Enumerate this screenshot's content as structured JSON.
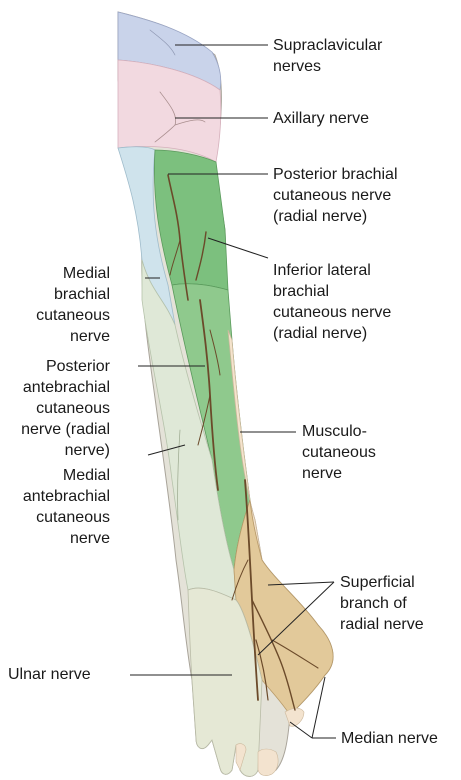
{
  "labels": {
    "supraclavicular": [
      "Supraclavicular",
      "nerves"
    ],
    "axillary": [
      "Axillary nerve"
    ],
    "posterior_brachial": [
      "Posterior brachial",
      "cutaneous nerve",
      "(radial nerve)"
    ],
    "inferior_lateral": [
      "Inferior lateral",
      "brachial",
      "cutaneous nerve",
      "(radial nerve)"
    ],
    "medial_brachial": [
      "Medial",
      "brachial",
      "cutaneous",
      "nerve"
    ],
    "posterior_antebrachial": [
      "Posterior",
      "antebrachial",
      "cutaneous",
      "nerve (radial",
      "nerve)"
    ],
    "medial_antebrachial": [
      "Medial",
      "antebrachial",
      "cutaneous",
      "nerve"
    ],
    "musculocutaneous": [
      "Musculo-",
      "cutaneous",
      "nerve"
    ],
    "superficial_radial": [
      "Superficial",
      "branch of",
      "radial nerve"
    ],
    "ulnar": [
      "Ulnar nerve"
    ],
    "median": [
      "Median nerve"
    ]
  },
  "region_colors": {
    "supraclavicular": "#c9d3ea",
    "axillary": "#f2d9e0",
    "posterior_brachial": "#7cc07e",
    "medial": "#cfe3ec",
    "lateral_forearm": "#f4e3cc",
    "medial_forearm": "#dfe8d7",
    "superficial_radial": "#e2c99a",
    "ulnar": "#e5e8d5",
    "median": "#f3e3cf",
    "nerve_line": "#6b4a2a"
  }
}
